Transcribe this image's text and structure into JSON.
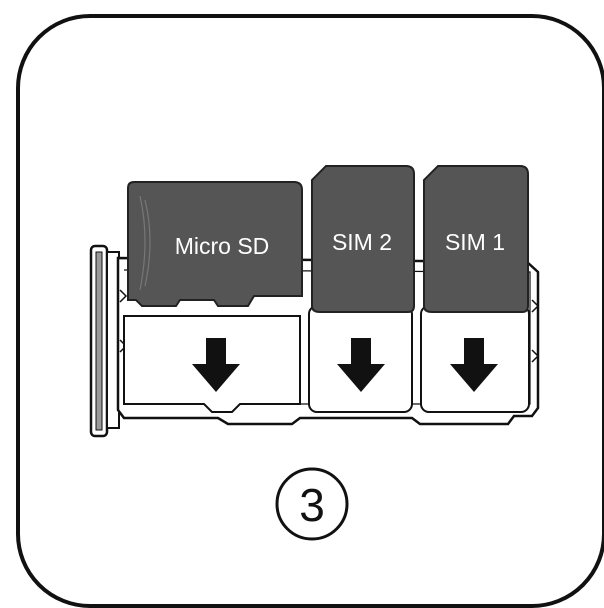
{
  "diagram": {
    "slots": [
      {
        "id": "microsd",
        "label": "Micro SD",
        "arrow": "down-arrow"
      },
      {
        "id": "sim2",
        "label": "SIM 2",
        "arrow": "down-arrow"
      },
      {
        "id": "sim1",
        "label": "SIM 1",
        "arrow": "down-arrow"
      }
    ],
    "step_number": "3"
  },
  "colors": {
    "card": "#555555",
    "outline": "#111111",
    "background": "#ffffff"
  }
}
